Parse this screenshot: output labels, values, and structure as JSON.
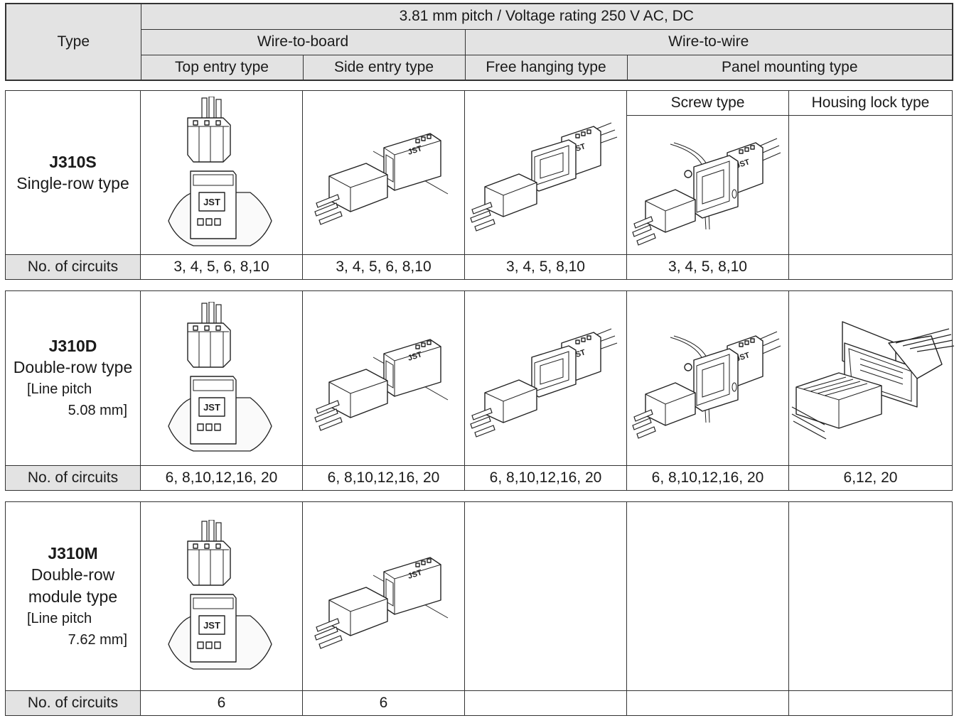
{
  "header": {
    "type_label": "Type",
    "spec": "3.81 mm pitch / Voltage rating 250 V AC, DC",
    "groups": [
      {
        "label": "Wire-to-board"
      },
      {
        "label": "Wire-to-wire"
      }
    ],
    "columns": [
      {
        "label": "Top entry type"
      },
      {
        "label": "Side entry type"
      },
      {
        "label": "Free hanging type"
      },
      {
        "label": "Panel mounting type"
      }
    ],
    "panel_subcolumns": [
      {
        "label": "Screw type"
      },
      {
        "label": "Housing lock type"
      }
    ]
  },
  "circuits_label": "No. of circuits",
  "sections": [
    {
      "model": "J310S",
      "description": "Single-row type",
      "pitch_line1": "",
      "pitch_line2": "",
      "images": [
        "top-entry-connector",
        "side-entry-connector",
        "free-hanging-connector",
        "panel-screw-connector",
        ""
      ],
      "circuits": [
        "3, 4, 5, 6, 8,10",
        "3, 4, 5, 6, 8,10",
        "3, 4, 5, 8,10",
        "3, 4, 5, 8,10",
        ""
      ]
    },
    {
      "model": "J310D",
      "description": "Double-row type",
      "pitch_line1": "[Line pitch",
      "pitch_line2": "5.08 mm]",
      "images": [
        "top-entry-connector",
        "side-entry-connector",
        "free-hanging-connector",
        "panel-screw-connector",
        "housing-lock-connector"
      ],
      "circuits": [
        "6, 8,10,12,16, 20",
        "6, 8,10,12,16, 20",
        "6, 8,10,12,16, 20",
        "6, 8,10,12,16, 20",
        "6,12, 20"
      ]
    },
    {
      "model": "J310M",
      "description_line1": "Double-row",
      "description_line2": "module type",
      "pitch_line1": "[Line pitch",
      "pitch_line2": "7.62 mm]",
      "images": [
        "top-entry-connector",
        "side-entry-connector",
        "",
        "",
        ""
      ],
      "circuits": [
        "6",
        "6",
        "",
        "",
        ""
      ]
    }
  ]
}
